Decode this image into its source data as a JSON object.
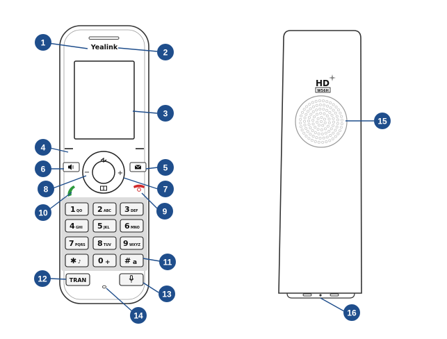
{
  "front": {
    "brand": "Yealink",
    "keypad": [
      {
        "digit": "1",
        "sub": "QO"
      },
      {
        "digit": "2",
        "sub": "ABC"
      },
      {
        "digit": "3",
        "sub": "DEF"
      },
      {
        "digit": "4",
        "sub": "GHI"
      },
      {
        "digit": "5",
        "sub": "JKL"
      },
      {
        "digit": "6",
        "sub": "MNO"
      },
      {
        "digit": "7",
        "sub": "PQRS"
      },
      {
        "digit": "8",
        "sub": "TUV"
      },
      {
        "digit": "9",
        "sub": "WXYZ"
      },
      {
        "digit": "✱",
        "sub": "♪"
      },
      {
        "digit": "0",
        "sub": "+"
      },
      {
        "digit": "#",
        "sub": "a"
      }
    ],
    "tran_label": "TRAN"
  },
  "back": {
    "hd_label": "HD",
    "model_label": "W56H"
  },
  "callouts": [
    "1",
    "2",
    "3",
    "4",
    "5",
    "6",
    "7",
    "8",
    "9",
    "10",
    "11",
    "12",
    "13",
    "14",
    "15",
    "16"
  ],
  "colors": {
    "callout": "#1f4e8c",
    "offhook": "#2e9a3e",
    "onhook": "#d22b2b",
    "keypad_bg": "#dcdcdc",
    "speaker_grille": "#cfcfcf"
  }
}
